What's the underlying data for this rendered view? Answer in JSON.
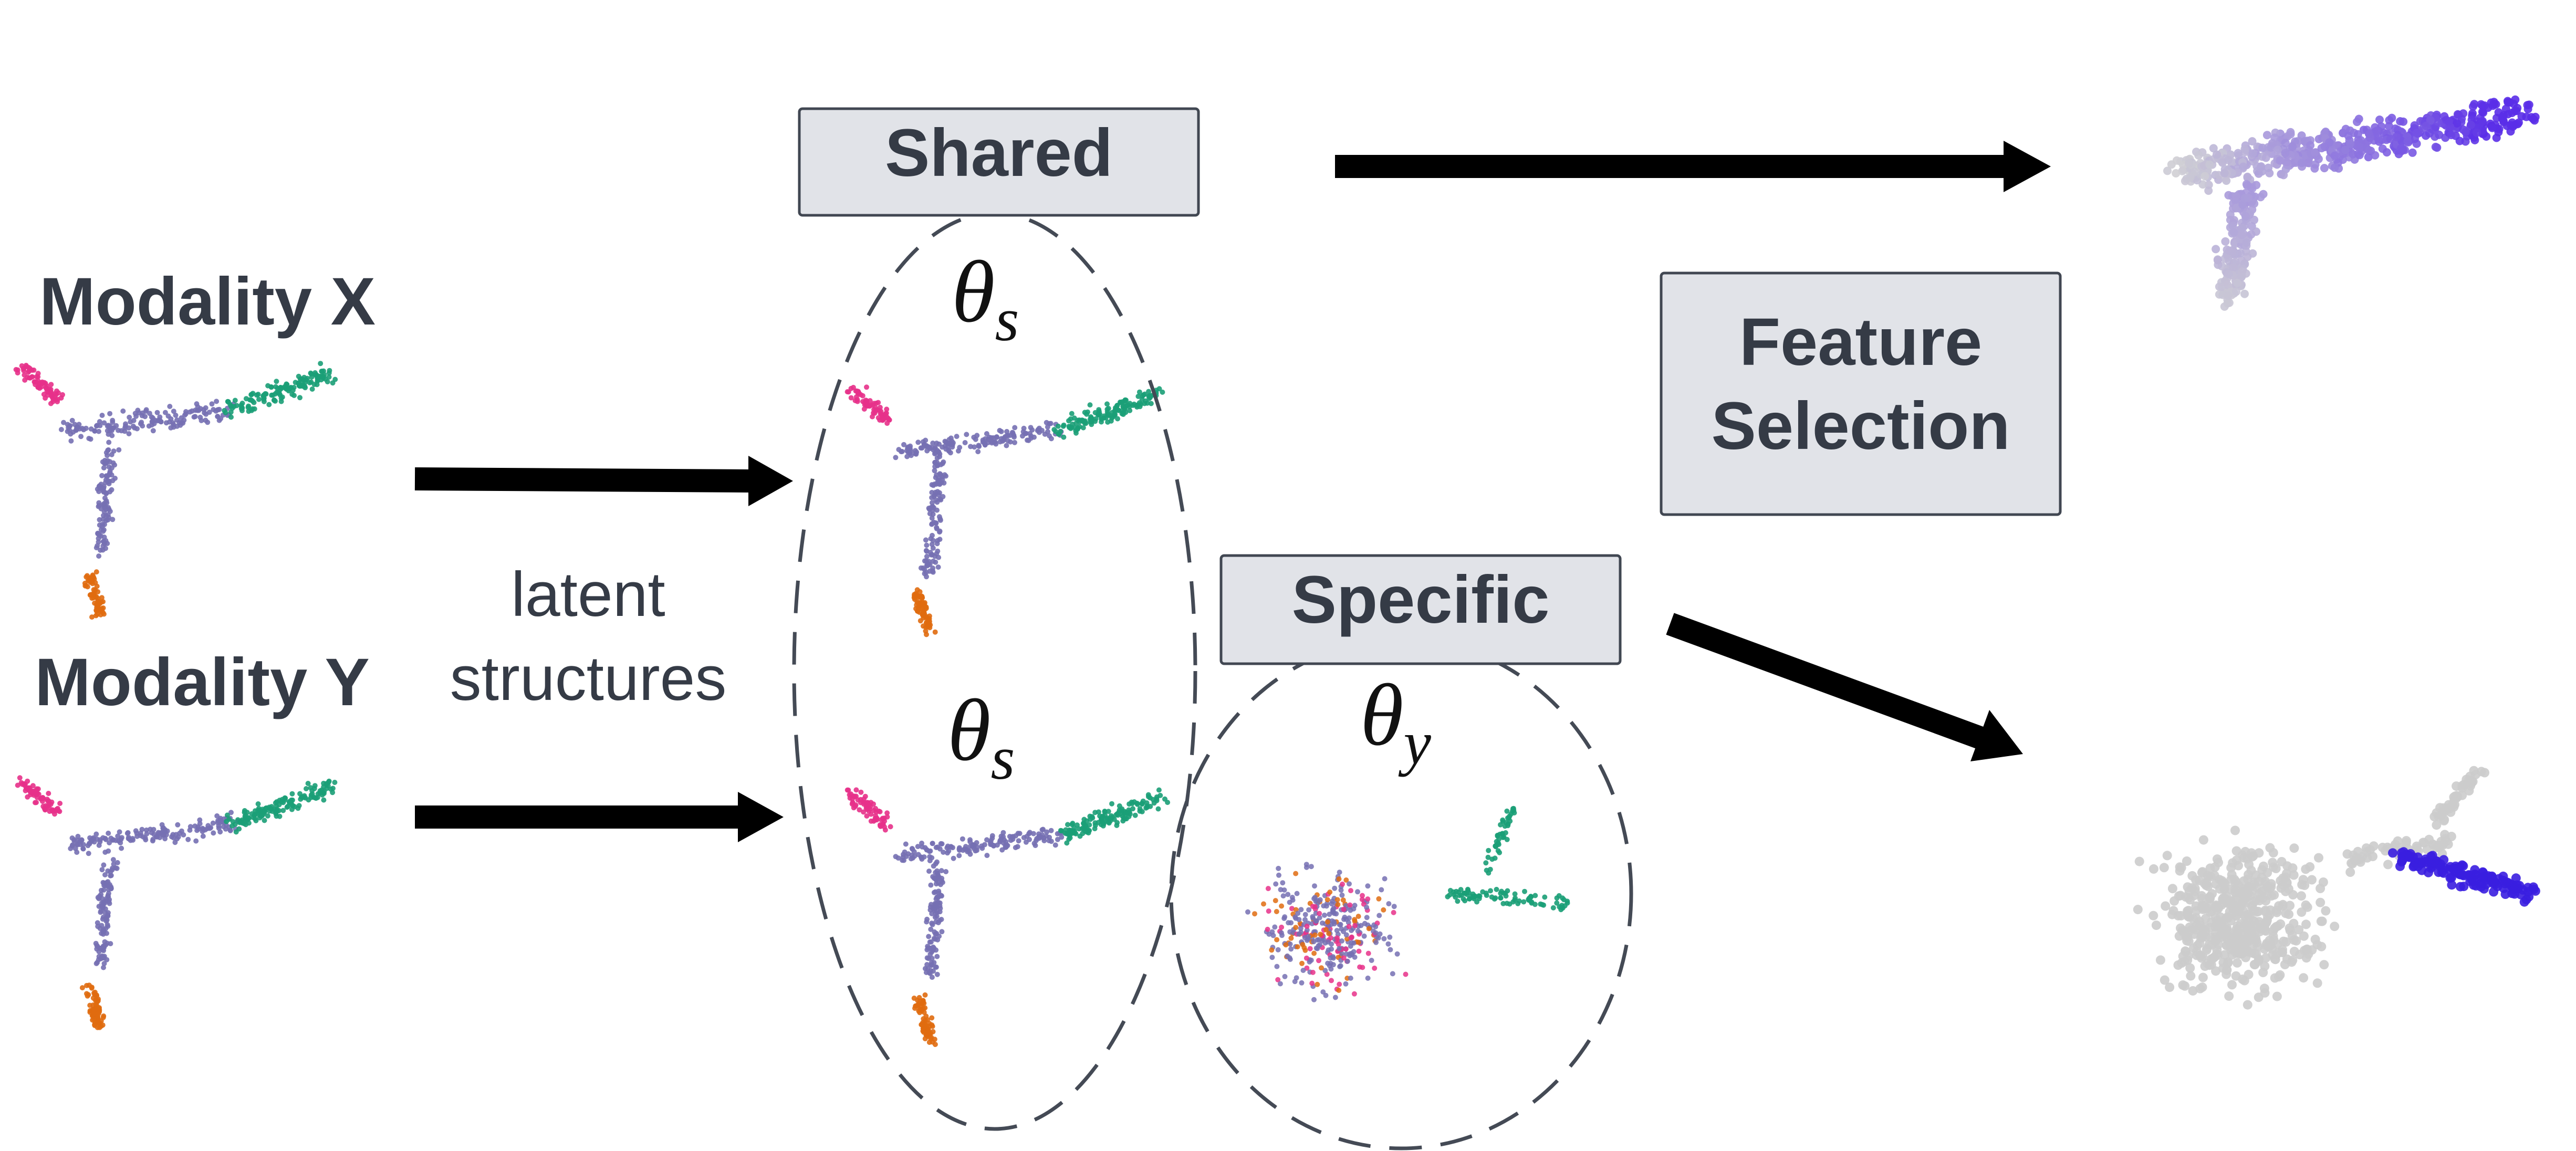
{
  "inputs": {
    "modality_x": "Modality X",
    "modality_y": "Modality Y",
    "latent_line1": "latent",
    "latent_line2": "structures"
  },
  "boxes": {
    "shared": "Shared",
    "specific": "Specific",
    "feature_line1": "Feature",
    "feature_line2": "Selection"
  },
  "symbols": {
    "theta": "θ",
    "sub_s": "s",
    "sub_y": "y"
  },
  "colors": {
    "branch_left": "#e7318a",
    "branch_right": "#1b9e77",
    "branch_bottom": "#e06c10",
    "trunk": "#7570b3",
    "gradient_low": "#d0d0d4",
    "gradient_high": "#5a2ee8",
    "selected": "#3a1ee0",
    "unselected": "#cccccc"
  }
}
